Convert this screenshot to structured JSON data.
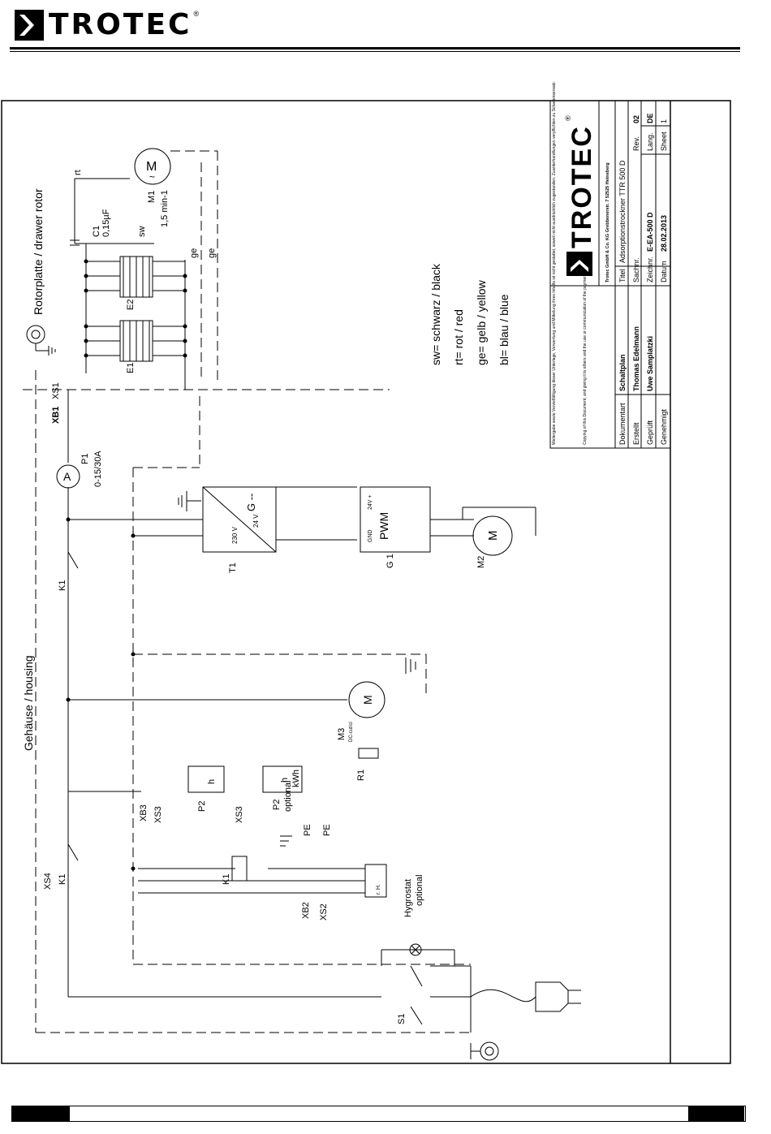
{
  "header": {
    "brand": "TROTEC",
    "registered": "®"
  },
  "labels": {
    "rotor": "Rotorplatte / drawer rotor",
    "housing": "Gehäuse / housing",
    "legend": [
      "sw= schwarz / black",
      "rt= rot / red",
      "ge= gelb / yellow",
      "bl= blau / blue"
    ],
    "m1": "M1",
    "m1_speed": "1,5 min-1",
    "motor_m": "M",
    "tilde": "~",
    "c1": "C1",
    "c1_val": "0,15µF",
    "rt": "rt",
    "sw": "sw",
    "ge1": "ge",
    "ge2": "ge",
    "e1": "E1",
    "e2": "E2",
    "xs1": "XS1",
    "xb1": "XB1",
    "p1": "P1",
    "p1_range": "0-15/30A",
    "amp": "A",
    "t1": "T1",
    "t1_230": "230 V",
    "t1_24": "24 V",
    "t1_g": "G --",
    "g1": "G 1",
    "pwm": "PWM",
    "pwm_gnd": "GND",
    "pwm_24": "24V +",
    "m2": "M2",
    "k1": "K1",
    "m3": "M3",
    "m3_sub": "DC-cut/cl",
    "r1": "R1",
    "p2a": "P2",
    "p2b": "P2",
    "p2_optional": "optional",
    "h": "h",
    "kwh": "kWh",
    "xb3": "XB3",
    "xs3": "XS3",
    "xs3b": "XS3",
    "pe": "PE",
    "xb2": "XB2",
    "xs2": "XS2",
    "xs4": "XS4",
    "hygro": "Hygrostat",
    "hygro_opt": "optional",
    "rh": "r. H.",
    "s1": "S1"
  },
  "title_block": {
    "notice_de": "Weitergabe sowie Vervielfältigung dieser Unterlage, Verwertung und Mitteilung ihres Inhalts ist nicht gestattet, soweit nicht ausdrücklich zugestanden. Zuwiderhandlungen verpflichten zu Schadensersatz.",
    "notice_en": "Copying of this Document, and giving it to others and the use or communication of the payment of damages.",
    "company": "Trotec GmbH & Co. KG Grebbenerstr. 7 52525 Heinsberg",
    "logo": "TROTEC",
    "rows": [
      {
        "label": "Dokumentart",
        "value": "Schaltplan"
      },
      {
        "label": "Erstellt",
        "value": "Thomas Edelmann"
      },
      {
        "label": "Geprüft",
        "value": "Uwe Samplatzki"
      },
      {
        "label": "Genehmigt",
        "value": ""
      }
    ],
    "right_rows": [
      {
        "label": "Titel",
        "value": "Adsorptionstrockner TTR 500 D"
      },
      {
        "label": "Sachnr.",
        "value": "",
        "label2": "Rev.",
        "value2": "02"
      },
      {
        "label": "Zeichnr.",
        "value": "E-EA-500 D",
        "label2": "Lang.",
        "value2": "DE"
      },
      {
        "label": "Datum",
        "value": "28.02.2013",
        "label2": "Sheet",
        "value2": "1"
      }
    ]
  },
  "colors": {
    "line": "#000000",
    "background": "#ffffff"
  }
}
